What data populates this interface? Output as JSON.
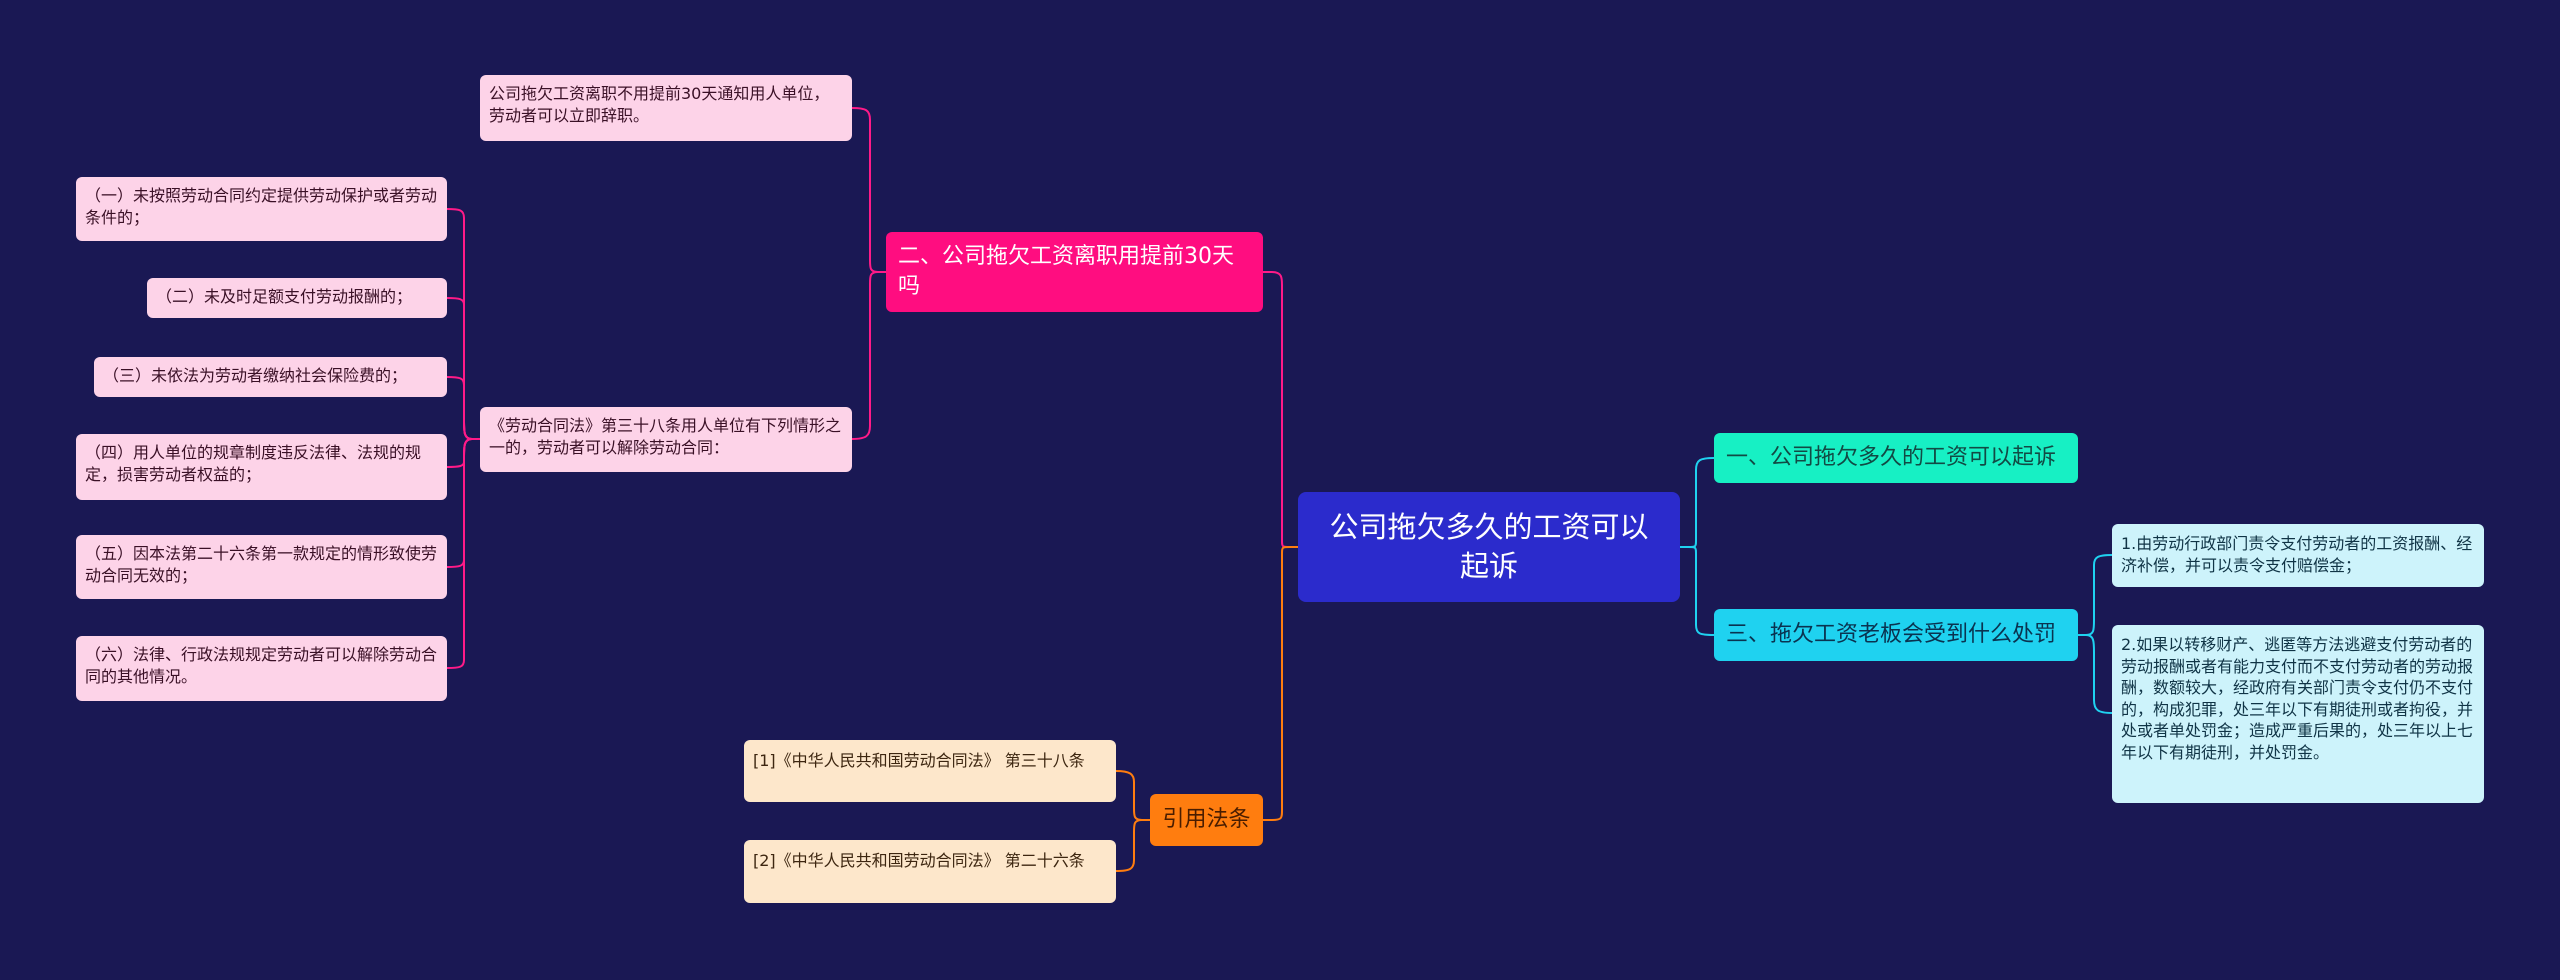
{
  "root": "公司拖欠多久的工资可以起诉",
  "branches": {
    "b1": "二、公司拖欠工资离职用提前30天吗",
    "b2": "一、公司拖欠多久的工资可以起诉",
    "b3": "三、拖欠工资老板会受到什么处罚",
    "b4": "引用法条"
  },
  "b1_children": {
    "c1": "公司拖欠工资离职不用提前30天通知用人单位，劳动者可以立即辞职。",
    "c2": "《劳动合同法》第三十八条用人单位有下列情形之一的，劳动者可以解除劳动合同："
  },
  "c2_children": [
    "（一）未按照劳动合同约定提供劳动保护或者劳动条件的；",
    "（二）未及时足额支付劳动报酬的；",
    "（三）未依法为劳动者缴纳社会保险费的；",
    "（四）用人单位的规章制度违反法律、法规的规定，损害劳动者权益的；",
    "（五）因本法第二十六条第一款规定的情形致使劳动合同无效的；",
    "（六）法律、行政法规规定劳动者可以解除劳动合同的其他情况。"
  ],
  "b3_children": [
    "1.由劳动行政部门责令支付劳动者的工资报酬、经济补偿，并可以责令支付赔偿金；",
    "2.如果以转移财产、逃匿等方法逃避支付劳动者的劳动报酬或者有能力支付而不支付劳动者的劳动报酬，数额较大，经政府有关部门责令支付仍不支付的，构成犯罪，处三年以下有期徒刑或者拘役，并处或者单处罚金；造成严重后果的，处三年以上七年以下有期徒刑，并处罚金。"
  ],
  "b4_children": [
    "[1]《中华人民共和国劳动合同法》 第三十八条",
    "[2]《中华人民共和国劳动合同法》 第二十六条"
  ],
  "colors": {
    "background": "#1a1854",
    "root": "#2b2bcc",
    "pink": "#ff0d80",
    "green": "#17f0c4",
    "cyan": "#1fd2f0",
    "orange": "#ff7d0f"
  }
}
